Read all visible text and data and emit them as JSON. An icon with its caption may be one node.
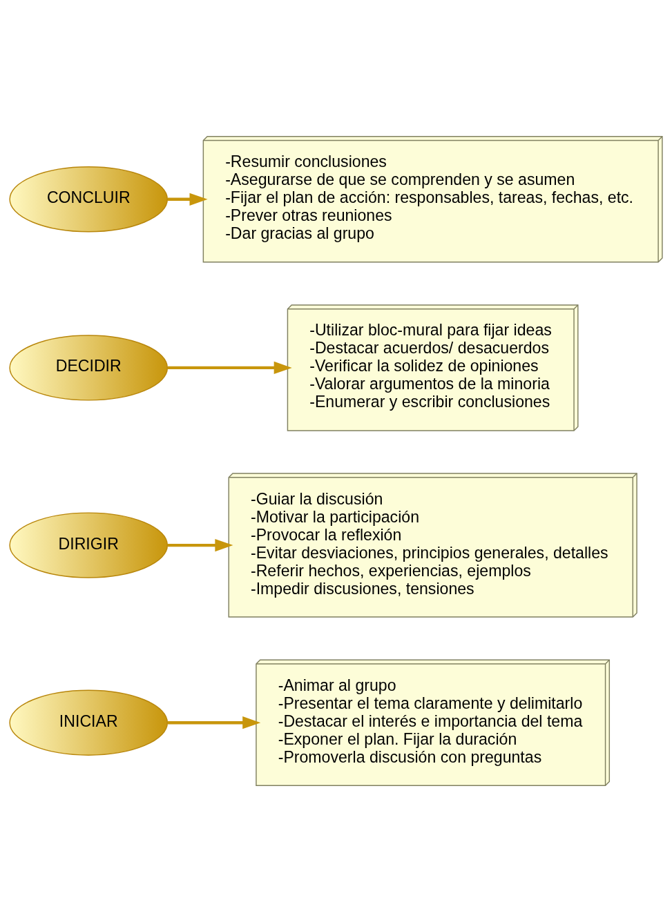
{
  "diagram": {
    "nodes": [
      {
        "text": [
          "INICIAR"
        ]
      },
      {
        "text": [
          "-Animar al grupo",
          "-Presentar el tema claramente y delimitarlo",
          "-Destacar el interés e importancia del tema",
          "-Exponer el plan. Fijar la duración",
          "-Promoverla discusión con preguntas"
        ]
      },
      {
        "text": [
          "DIRIGIR"
        ]
      },
      {
        "text": [
          "-Guiar la discusión",
          "-Motivar la participación",
          "-Provocar la reflexión",
          "-Evitar desviaciones, principios generales, detalles",
          "-Referir hechos, experiencias, ejemplos",
          "-Impedir discusiones, tensiones"
        ]
      },
      {
        "text": [
          "DECIDIR"
        ]
      },
      {
        "text": [
          "-Utilizar bloc-mural para fijar ideas",
          "-Destacar acuerdos/ desacuerdos",
          "-Verificar la solidez de opiniones",
          "-Valorar argumentos de la minoria",
          "-Enumerar y escribir conclusiones"
        ]
      },
      {
        "text": [
          "CONCLUIR"
        ]
      },
      {
        "text": [
          "-Resumir conclusiones",
          "-Asegurarse de que se comprenden y se asumen",
          "-Fijar el plan de acción: responsables, tareas, fechas, etc.",
          "-Prever otras reuniones",
          "-Dar gracias al grupo"
        ]
      }
    ],
    "edges": [
      {
        "from": 0,
        "to": 1,
        "arrow": "to"
      },
      {
        "from": 2,
        "to": 3,
        "arrow": "to"
      },
      {
        "from": 4,
        "to": 5,
        "arrow": "to"
      },
      {
        "from": 6,
        "to": 7,
        "arrow": "to"
      }
    ]
  }
}
